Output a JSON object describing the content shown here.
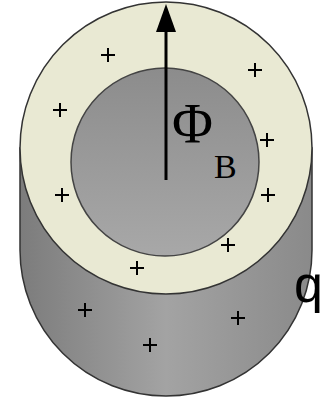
{
  "diagram": {
    "labels": [
      "Φ",
      "B",
      "q"
    ]
  }
}
